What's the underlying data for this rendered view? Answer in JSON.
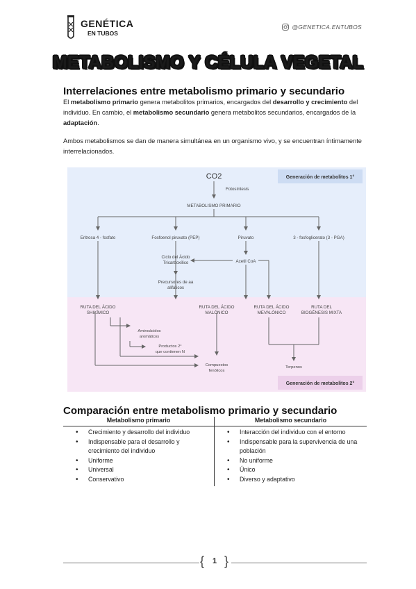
{
  "header": {
    "brand_title": "GENÉTICA",
    "brand_sub": "EN TUBOS",
    "instagram": "@GENETICA.ENTUBOS"
  },
  "title": "METABOLISMO Y CÉLULA VEGETAL",
  "section1": {
    "heading": "Interrelaciones entre metabolismo primario y secundario",
    "p1": {
      "s1": "El ",
      "b1": "metabolismo primario",
      "s2": " genera metabolitos primarios, encargados del ",
      "b2": "desarrollo y crecimiento",
      "s3": " del individuo. En cambio, el ",
      "b3": "metabolismo secundario",
      "s4": " genera metabolitos secundarios, encargados de la ",
      "b4": "adaptación",
      "s5": "."
    },
    "p2": "Ambos metabolismos se dan de manera simultánea en un organismo vivo, y se encuentran íntimamente interrelacionados."
  },
  "diagram": {
    "colors": {
      "primary_bg": "#e6eefb",
      "secondary_bg": "#f7e6f5",
      "primary_label_bg": "#cddcf3",
      "secondary_label_bg": "#ecd0ea",
      "line": "#666666"
    },
    "label_primary": "Generación de metabolitos 1°",
    "label_secondary": "Generación de metabolitos 2°",
    "co2": "CO2",
    "fotosintesis": "Fotosíntesis",
    "met_primario": "METABOLISMO PRIMARIO",
    "eritrosa": "Eritrosa 4 - fosfato",
    "pep": "Fosfoenol piruvato (PEP)",
    "piruvato": "Piruvato",
    "pga": "3 - fosfoglicerato (3 - PGA)",
    "ciclo_1": "Ciclo del Ácido",
    "ciclo_2": "Tricarboxílico",
    "acetil": "Acetil CoA",
    "precursores_1": "Precursores de aa",
    "precursores_2": "alifáticos",
    "shik_1": "RUTA DEL ÁCIDO",
    "shik_2": "SHIKÍMICO",
    "malo_1": "RUTA DEL ÁCIDO",
    "malo_2": "MALÓNICO",
    "meva_1": "RUTA DEL ÁCIDO",
    "meva_2": "MEVALÓNICO",
    "bio_1": "RUTA DEL",
    "bio_2": "BIOGÉNESIS MIXTA",
    "amino_1": "Aminoácidos",
    "amino_2": "aromáticos",
    "prod_1": "Productos 2°",
    "prod_2": "que contienen N",
    "comp_1": "Compuestos",
    "comp_2": "fenólicos",
    "terpenos": "Terpenos"
  },
  "section2": {
    "heading": "Comparación entre metabolismo primario y secundario",
    "col1_title": "Metabolismo primario",
    "col2_title": "Metabolismo secundario",
    "col1": [
      "Crecimiento y desarrollo del individuo",
      "Indispensable para el desarrollo y crecimiento del individuo",
      "Uniforme",
      "Universal",
      "Conservativo"
    ],
    "col2": [
      "Interacción del individuo con el entorno",
      "Indispensable para la supervivencia de una población",
      "No uniforme",
      "Único",
      "Diverso y adaptativo"
    ]
  },
  "footer": {
    "page": "1"
  }
}
